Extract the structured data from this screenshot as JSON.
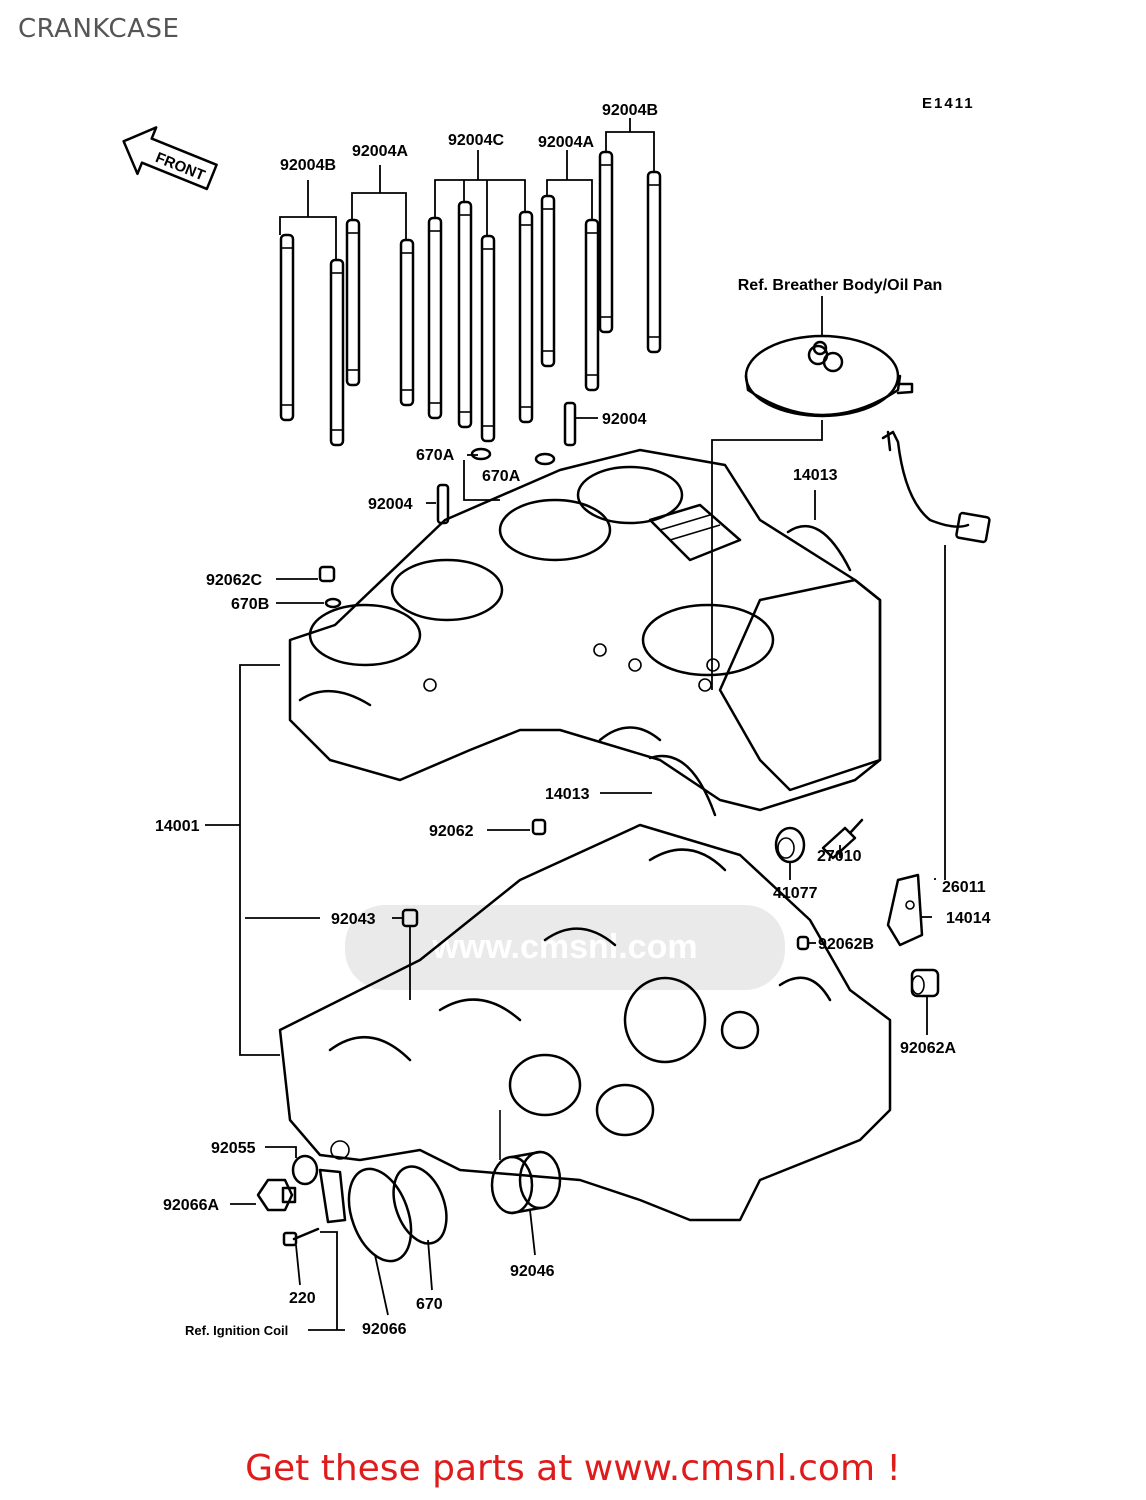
{
  "page_title": "CRANKCASE",
  "diagram_code": "E1411",
  "front_label": "FRONT",
  "footer_link": "Get these parts at www.cmsnl.com !",
  "watermark_text": "www.cmsnl.com",
  "colors": {
    "footer": "#e01b1b",
    "title": "#555555",
    "watermark": "#d8d8d8"
  },
  "labels": {
    "p92004B_left": "92004B",
    "p92004A_left": "92004A",
    "p92004C": "92004C",
    "p92004A_right": "92004A",
    "p92004B_right": "92004B",
    "ref_breather": "Ref. Breather Body/Oil Pan",
    "p92004_upper": "92004",
    "p670A_left": "670A",
    "p670A_right": "670A",
    "p92004_lower": "92004",
    "p14013_upper": "14013",
    "p92062C": "92062C",
    "p670B": "670B",
    "p14001": "14001",
    "p14013_lower": "14013",
    "p92062": "92062",
    "p27010": "27010",
    "p41077": "41077",
    "p26011": "26011",
    "p14014": "14014",
    "p92043": "92043",
    "p92062B": "92062B",
    "p92062A": "92062A",
    "p92055": "92055",
    "p92066A": "92066A",
    "p220": "220",
    "p92066": "92066",
    "p670": "670",
    "p92046": "92046",
    "ref_ignition": "Ref. Ignition Coil"
  }
}
